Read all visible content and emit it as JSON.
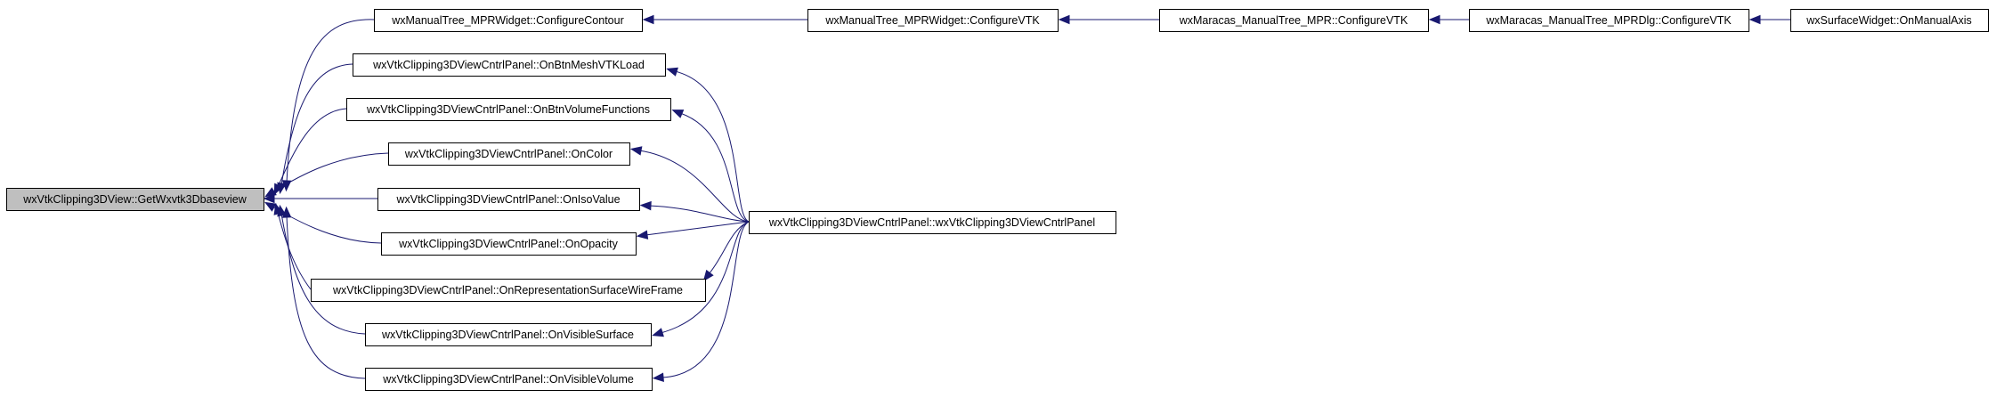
{
  "graph": {
    "edge_color": "#191970",
    "root_fill": "#bfbfbf",
    "nodes": [
      {
        "id": "n0",
        "label": "wxVtkClipping3DView::GetWxvtk3Dbaseview"
      },
      {
        "id": "n1",
        "label": "wxManualTree_MPRWidget::ConfigureContour"
      },
      {
        "id": "n2",
        "label": "wxVtkClipping3DViewCntrlPanel::OnBtnMeshVTKLoad"
      },
      {
        "id": "n3",
        "label": "wxVtkClipping3DViewCntrlPanel::OnBtnVolumeFunctions"
      },
      {
        "id": "n4",
        "label": "wxVtkClipping3DViewCntrlPanel::OnColor"
      },
      {
        "id": "n5",
        "label": "wxVtkClipping3DViewCntrlPanel::OnIsoValue"
      },
      {
        "id": "n6",
        "label": "wxVtkClipping3DViewCntrlPanel::OnOpacity"
      },
      {
        "id": "n7",
        "label": "wxVtkClipping3DViewCntrlPanel::OnRepresentationSurfaceWireFrame"
      },
      {
        "id": "n8",
        "label": "wxVtkClipping3DViewCntrlPanel::OnVisibleSurface"
      },
      {
        "id": "n9",
        "label": "wxVtkClipping3DViewCntrlPanel::OnVisibleVolume"
      },
      {
        "id": "n10",
        "label": "wxManualTree_MPRWidget::ConfigureVTK"
      },
      {
        "id": "n11",
        "label": "wxVtkClipping3DViewCntrlPanel::wxVtkClipping3DViewCntrlPanel"
      },
      {
        "id": "n12",
        "label": "wxMaracas_ManualTree_MPR::ConfigureVTK"
      },
      {
        "id": "n13",
        "label": "wxMaracas_ManualTree_MPRDlg::ConfigureVTK"
      },
      {
        "id": "n14",
        "label": "wxSurfaceWidget::OnManualAxis"
      }
    ],
    "edges": [
      {
        "from": "n1",
        "to": "n0"
      },
      {
        "from": "n2",
        "to": "n0"
      },
      {
        "from": "n3",
        "to": "n0"
      },
      {
        "from": "n4",
        "to": "n0"
      },
      {
        "from": "n5",
        "to": "n0"
      },
      {
        "from": "n6",
        "to": "n0"
      },
      {
        "from": "n7",
        "to": "n0"
      },
      {
        "from": "n8",
        "to": "n0"
      },
      {
        "from": "n9",
        "to": "n0"
      },
      {
        "from": "n10",
        "to": "n1"
      },
      {
        "from": "n11",
        "to": "n2"
      },
      {
        "from": "n11",
        "to": "n3"
      },
      {
        "from": "n11",
        "to": "n4"
      },
      {
        "from": "n11",
        "to": "n5"
      },
      {
        "from": "n11",
        "to": "n6"
      },
      {
        "from": "n11",
        "to": "n7"
      },
      {
        "from": "n11",
        "to": "n8"
      },
      {
        "from": "n11",
        "to": "n9"
      },
      {
        "from": "n12",
        "to": "n10"
      },
      {
        "from": "n13",
        "to": "n12"
      },
      {
        "from": "n14",
        "to": "n13"
      }
    ]
  }
}
